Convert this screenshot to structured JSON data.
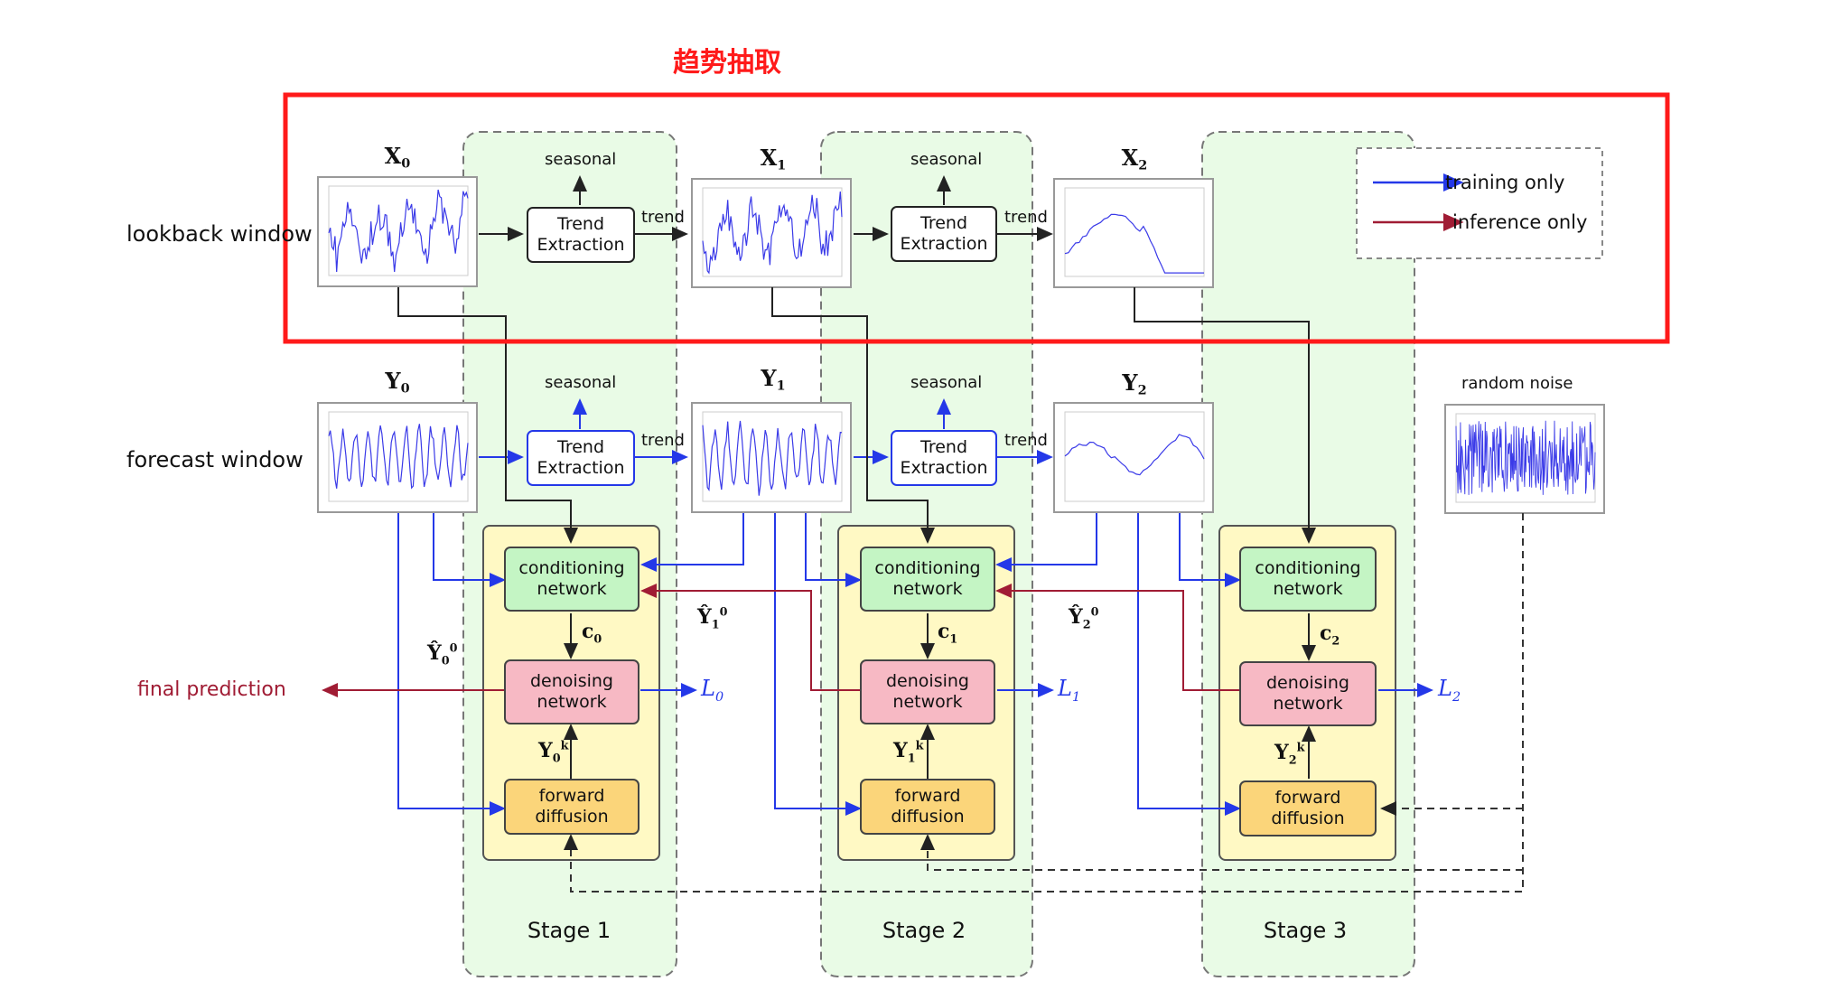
{
  "title": "趋势抽取",
  "rows": {
    "lookback": "lookback window",
    "forecast": "forecast window"
  },
  "series_x": [
    "X",
    "X",
    "X"
  ],
  "series_y": [
    "Y",
    "Y",
    "Y"
  ],
  "subscripts": [
    "0",
    "1",
    "2"
  ],
  "trend_box": [
    "Trend",
    "Extraction"
  ],
  "seasonal": "seasonal",
  "trend": "trend",
  "conditioning": [
    "conditioning",
    "network"
  ],
  "denoising": [
    "denoising",
    "network"
  ],
  "forward": [
    "forward",
    "diffusion"
  ],
  "cond_vars": [
    "c",
    "c",
    "c"
  ],
  "stages": [
    "Stage 1",
    "Stage 2",
    "Stage 3"
  ],
  "losses": [
    "L",
    "L",
    "L"
  ],
  "final_prediction": "final prediction",
  "random_noise": "random noise",
  "legend": {
    "training": "training only",
    "inference": "inference only"
  },
  "colors": {
    "highlight": "#ff1a1a",
    "training": "#2438e8",
    "inference": "#a01c34",
    "stage_fill": "#e9fbe6",
    "panel_fill": "#fff9c4",
    "cond_fill": "#c4f5c4",
    "deno_fill": "#f7b9c4",
    "fwd_fill": "#fbd57a"
  }
}
